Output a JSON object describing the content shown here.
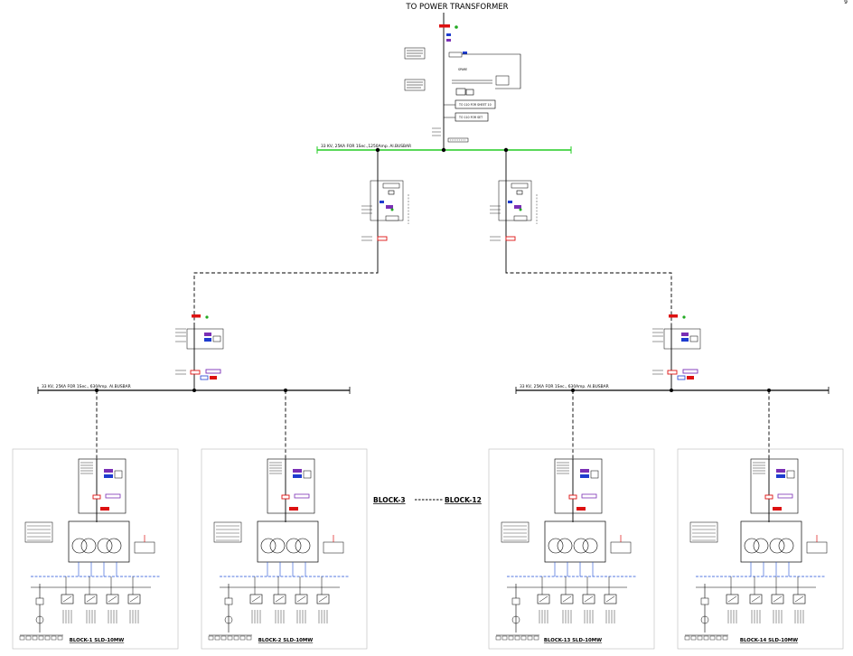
{
  "title": "TO POWER TRANSFORMER",
  "corner_mark": "9",
  "incomer": {
    "meter_boxes": [
      "SPARE",
      "TO 110 FOR SHEET 10",
      "TO 110 FOR SET"
    ],
    "notes": [
      "METERING",
      "SPARE",
      "PROTECTION"
    ]
  },
  "main_busbar": "33 KV, 25KA FOR 1Sec.,1250Amp. Al.BUSBAR",
  "left_busbar": "33 KV, 25KA FOR 1Sec., 630Amp. Al.BUSBAR",
  "right_busbar": "33 KV, 25KA FOR 1Sec., 630Amp. Al.BUSBAR",
  "blocks_range": {
    "from": "BLOCK-3",
    "to": "BLOCK-12"
  },
  "blocks": [
    {
      "name": "BLOCK-1 SLD-10MW"
    },
    {
      "name": "BLOCK-2 SLD-10MW"
    },
    {
      "name": "BLOCK-13 SLD-10MW"
    },
    {
      "name": "BLOCK-14 SLD-10MW"
    }
  ],
  "colors": {
    "busbar_green": "#22cc22",
    "breaker_red": "#dd1111",
    "ct_blue": "#1e3ccf",
    "pt_purple": "#7a2fb5",
    "cable_blue": "#1f4fd6"
  }
}
